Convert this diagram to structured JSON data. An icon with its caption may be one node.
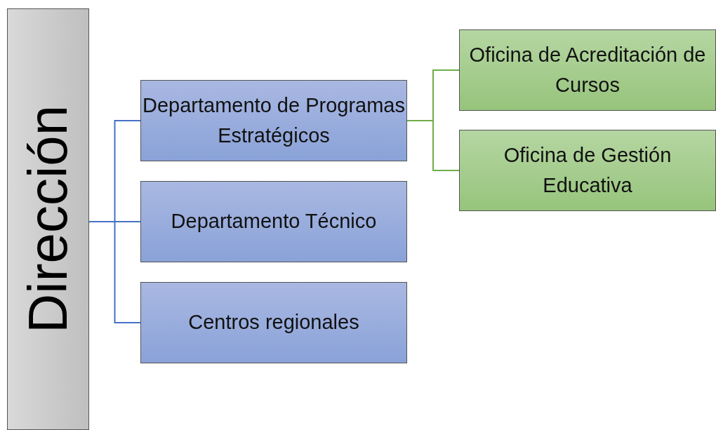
{
  "diagram": {
    "nodes": [
      {
        "text": [
          "Dirección"
        ]
      },
      {
        "text": [
          "Departamento de Programas Estratégicos"
        ]
      },
      {
        "text": [
          "Departamento Técnico"
        ]
      },
      {
        "text": [
          "Centros regionales"
        ]
      },
      {
        "text": [
          "Oficina de Acreditación de Cursos"
        ]
      },
      {
        "text": [
          "Oficina de Gestión Educativa"
        ]
      }
    ],
    "edges": [
      {
        "from": 0,
        "to": 1,
        "arrow": "none"
      },
      {
        "from": 0,
        "to": 2,
        "arrow": "none"
      },
      {
        "from": 0,
        "to": 3,
        "arrow": "none"
      },
      {
        "from": 1,
        "to": 4,
        "arrow": "none",
        "color": "#70ad47"
      },
      {
        "from": 1,
        "to": 5,
        "arrow": "none",
        "color": "#70ad47"
      }
    ]
  }
}
